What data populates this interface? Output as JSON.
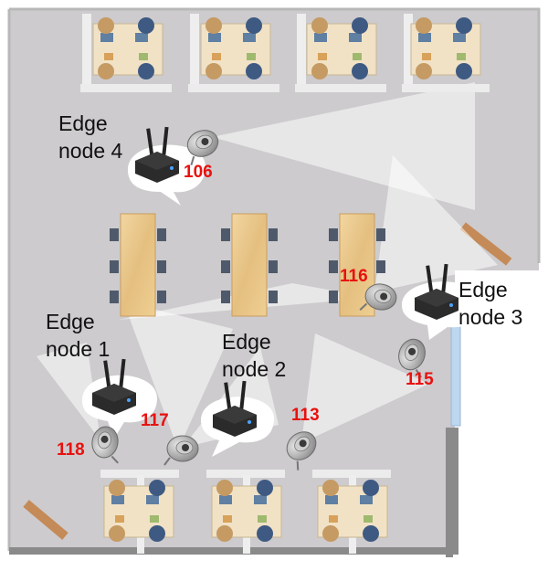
{
  "edge_nodes": [
    {
      "id": "edge-node-4",
      "label": "Edge\nnode 4"
    },
    {
      "id": "edge-node-3",
      "label": "Edge\nnode 3"
    },
    {
      "id": "edge-node-1",
      "label": "Edge\nnode 1"
    },
    {
      "id": "edge-node-2",
      "label": "Edge\nnode 2"
    }
  ],
  "cameras": [
    {
      "id": "camera-106",
      "label": "106"
    },
    {
      "id": "camera-116",
      "label": "116"
    },
    {
      "id": "camera-115",
      "label": "115"
    },
    {
      "id": "camera-117",
      "label": "117"
    },
    {
      "id": "camera-118",
      "label": "118"
    },
    {
      "id": "camera-113",
      "label": "113"
    }
  ],
  "colors": {
    "floor": "#cdcbcd",
    "wall": "#8a8a8a",
    "camera_label": "#e8110f",
    "table_wood": "#e9c68a",
    "chair": "#4e5a6b",
    "window": "#bcd7ef",
    "door": "#c48a57",
    "fov": "#ffffff"
  }
}
